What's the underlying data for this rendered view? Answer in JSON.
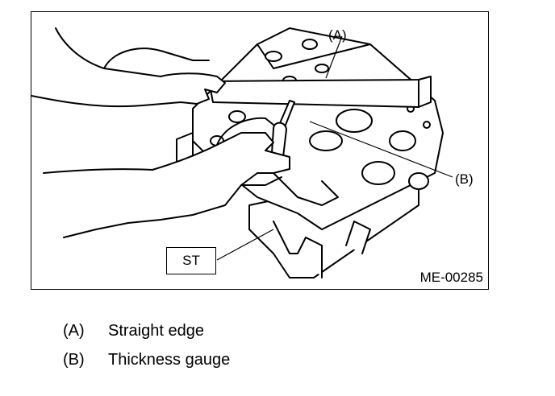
{
  "figure": {
    "callout_a": "(A)",
    "callout_b": "(B)",
    "special_tool": "ST",
    "figure_id": "ME-00285"
  },
  "legend": {
    "items": [
      {
        "key": "(A)",
        "label": "Straight edge"
      },
      {
        "key": "(B)",
        "label": "Thickness gauge"
      }
    ]
  }
}
